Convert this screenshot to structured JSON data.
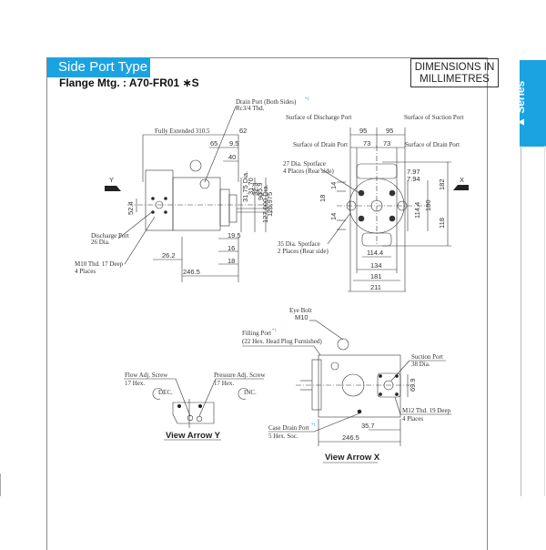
{
  "header": {
    "section_title": "Side Port Type",
    "flange_label": "Flange Mtg. : A70-FR01 ∗S",
    "dimensions_box_line1": "DIMENSIONS IN",
    "dimensions_box_line2": "MILLIMETRES"
  },
  "side_tab": {
    "label": "Series",
    "icon": "triangle-logo-icon",
    "color": "#1aa3e0"
  },
  "side_view": {
    "arrow_label": "Y",
    "drain_port_label": "Drain Port (Both Sides)",
    "drain_port_note": "*1",
    "drain_port_thread": "Rc3/4 Thd.",
    "fully_extended": "Fully Extended 310.5",
    "dims": {
      "d62": "62",
      "d65": "65",
      "d9_5": "9.5",
      "d40": "40",
      "d31_75": "31.75 Dia.",
      "d31_70": "31.70",
      "d32_3": "32.3",
      "d35_9": "35.9",
      "d90": "90",
      "d127_000": "127.000 Dia.",
      "d126_975": "126.975",
      "d52_4": "52.4",
      "d19_5": "19.5",
      "d16": "16",
      "d18": "18",
      "d26_2": "26.2",
      "d246_5": "246.5"
    },
    "discharge_port_label": "Discharge Port",
    "discharge_port_dia": "26 Dia.",
    "thread_label": "M10 Thd. 17 Deep",
    "thread_places": "4 Places"
  },
  "front_view": {
    "arrow_label": "X",
    "surface_discharge": "Surface of Discharge Port",
    "surface_suction": "Surface of Suction Port",
    "surface_drain_left": "Surface of Drain Port",
    "surface_drain_right": "Surface of Drain Port",
    "spotface_27": "27 Dia. Spotface",
    "spotface_27_places": "4 Places (Rear side)",
    "spotface_35": "35 Dia. Spotface",
    "spotface_35_places": "2 Places (Rear side)",
    "dims": {
      "d95_left": "95",
      "d95_right": "95",
      "d73_left": "73",
      "d73_right": "73",
      "d7_97": "7.97",
      "d7_94": "7.94",
      "d14_top": "14",
      "d18": "18",
      "d14_bottom": "14",
      "d114_4_v": "114.4",
      "d180": "180",
      "d182": "182",
      "d118": "118",
      "d114_4_h": "114.4",
      "d134": "134",
      "d181": "181",
      "d211": "211"
    }
  },
  "top_view": {
    "eye_bolt": "Eye Bolt",
    "eye_bolt_thread": "M10",
    "filling_port": "Filling Port",
    "filling_port_note": "*1",
    "filling_port_plug": "(22 Hex. Head Plug Furnished)",
    "suction_port": "Suction Port",
    "suction_port_dia": "38 Dia.",
    "d69_9": "69.9",
    "thread_label": "M12 Thd. 19 Deep",
    "thread_places": "4 Places",
    "case_drain": "Case Drain Port",
    "case_drain_note": "*1",
    "case_drain_soc": "5 Hex. Soc.",
    "d35_7": "35.7",
    "d246_5": "246.5",
    "title": "View Arrow X"
  },
  "view_y": {
    "flow_adj": "Flow Adj. Screw",
    "flow_hex": "17 Hex.",
    "flow_dir": "DEC.",
    "pressure_adj": "Pressure Adj. Screw",
    "pressure_hex": "17 Hex.",
    "pressure_dir": "INC.",
    "title": "View Arrow Y"
  }
}
